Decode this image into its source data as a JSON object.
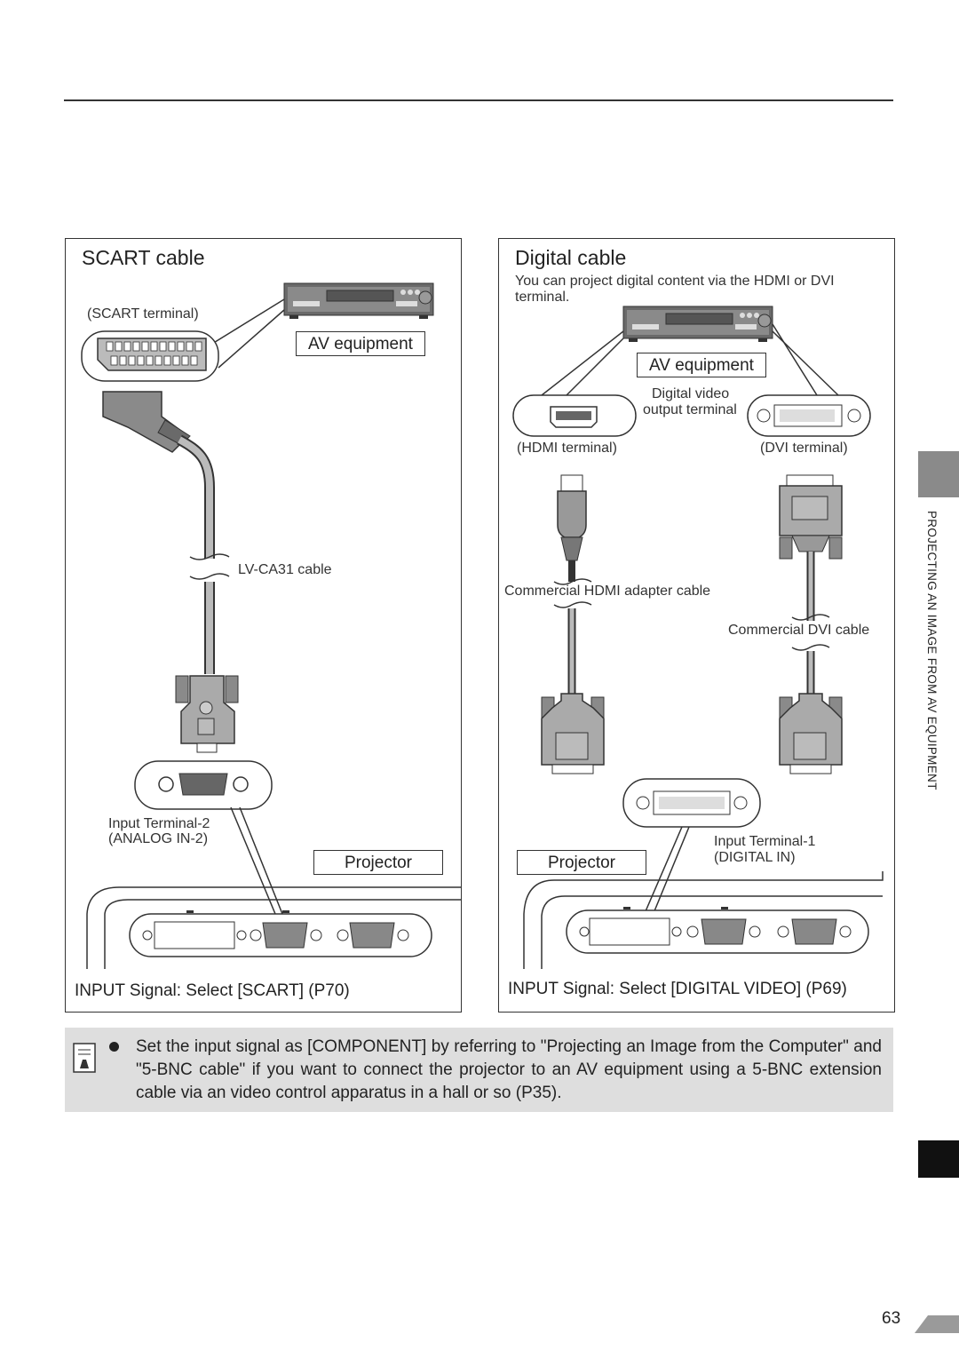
{
  "side_tab": {
    "text": "PROJECTING AN IMAGE FROM AV EQUIPMENT"
  },
  "left_panel": {
    "title": "SCART cable",
    "scart_terminal": "(SCART terminal)",
    "av_equipment": "AV equipment",
    "cable": "LV-CA31 cable",
    "input_terminal_line1": "Input Terminal-2",
    "input_terminal_line2": "(ANALOG IN-2)",
    "projector": "Projector",
    "caption": "INPUT Signal: Select [SCART] (P70)"
  },
  "right_panel": {
    "title": "Digital cable",
    "intro_line1": "You can project digital content via the HDMI or DVI",
    "intro_line2": "terminal.",
    "av_equipment": "AV equipment",
    "digital_video_line1": "Digital video",
    "digital_video_line2": "output terminal",
    "hdmi_terminal": "(HDMI terminal)",
    "dvi_terminal": "(DVI terminal)",
    "hdmi_cable": "Commercial HDMI adapter cable",
    "dvi_cable": "Commercial DVI cable",
    "input_terminal_line1": "Input Terminal-1",
    "input_terminal_line2": "(DIGITAL IN)",
    "projector": "Projector",
    "caption": "INPUT Signal: Select [DIGITAL VIDEO] (P69)"
  },
  "note": {
    "icon": "memo-icon",
    "text": "Set the input signal as [COMPONENT] by referring to \"Projecting an Image from the Computer\" and \"5-BNC cable\" if you want to connect the projector to an AV equipment using a 5-BNC extension cable via an video control apparatus in a hall or so (P35)."
  },
  "page_number": "63"
}
